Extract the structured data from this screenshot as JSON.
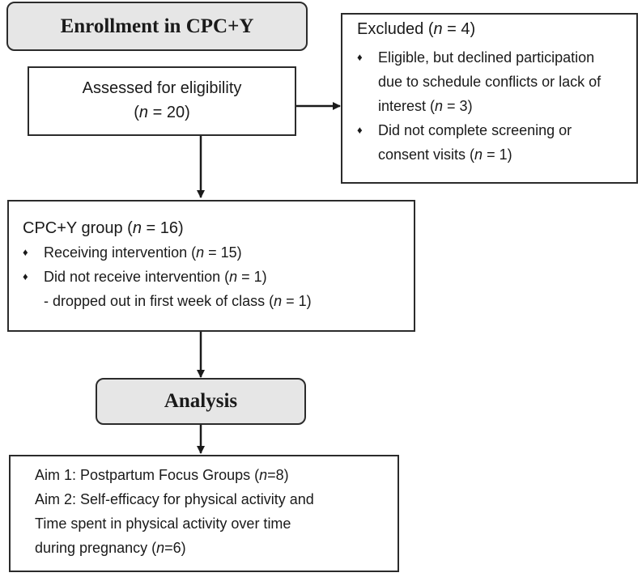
{
  "enrollment_header": "Enrollment in CPC+Y",
  "assessed": {
    "label": "Assessed for eligibility",
    "n_prefix": "(",
    "n_letter": "n",
    "n_value": " = 20)"
  },
  "excluded": {
    "title_text": "Excluded (",
    "title_n": "n",
    "title_value": " = 4)",
    "bullet_symbol": "♦",
    "item1_line1": "Eligible, but declined participation",
    "item1_line2": "due to schedule conflicts or lack of",
    "item1_line3_text": "interest (",
    "item1_line3_n": "n",
    "item1_line3_value": " = 3)",
    "item2_line1": "Did not complete screening or",
    "item2_line2_text": "consent visits (",
    "item2_line2_n": "n",
    "item2_line2_value": " = 1)"
  },
  "group": {
    "title_text": "CPC+Y group (",
    "title_n": "n",
    "title_value": " = 16)",
    "bullet_symbol": "♦",
    "item1_text": "Receiving intervention (",
    "item1_n": "n",
    "item1_value": " = 15)",
    "item2_text": "Did not receive intervention (",
    "item2_n": "n",
    "item2_value": " = 1)",
    "sub_text": "- dropped out in first week of class (",
    "sub_n": "n",
    "sub_value": " = 1)"
  },
  "analysis_header": "Analysis",
  "aims": {
    "aim1_text": "Aim 1: Postpartum Focus Groups (",
    "aim1_n": "n",
    "aim1_value": "=8)",
    "aim2_line1": "Aim 2: Self-efficacy for physical activity and",
    "aim2_line2": "Time spent in physical activity over time",
    "aim2_line3_text": "during pregnancy (",
    "aim2_line3_n": "n",
    "aim2_line3_value": "=6)"
  },
  "colors": {
    "header_fill": "#e6e6e6",
    "stroke": "#2b2b2b"
  }
}
